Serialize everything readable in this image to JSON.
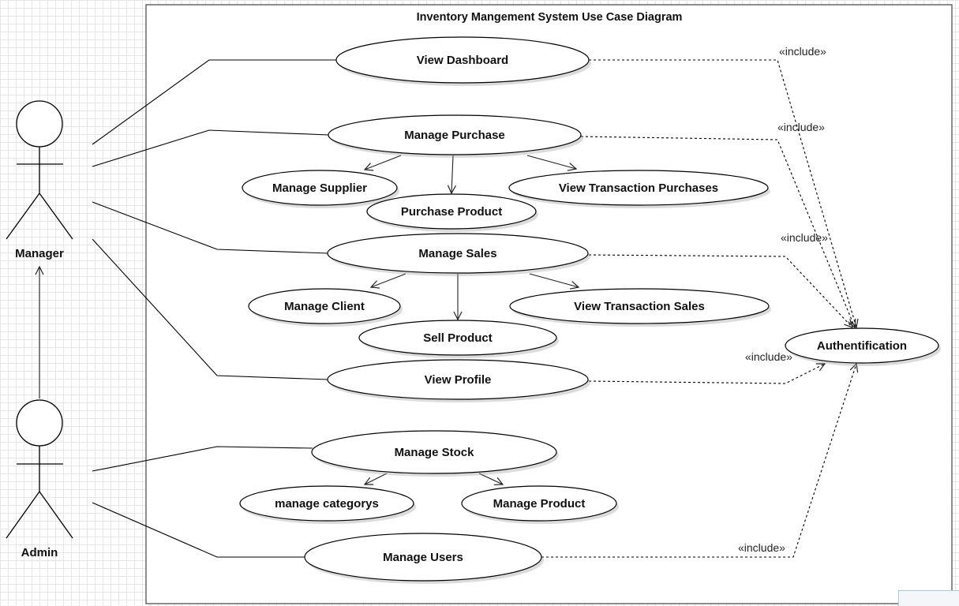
{
  "title": "Inventory Mangement System Use Case Diagram",
  "actors": {
    "manager": "Manager",
    "admin": "Admin"
  },
  "use_cases": {
    "view_dashboard": "View Dashboard",
    "manage_purchase": "Manage Purchase",
    "manage_supplier": "Manage Supplier",
    "purchase_product": "Purchase Product",
    "view_transaction_purchases": "View Transaction Purchases",
    "manage_sales": "Manage Sales",
    "manage_client": "Manage Client",
    "sell_product": "Sell Product",
    "view_transaction_sales": "View Transaction Sales",
    "view_profile": "View Profile",
    "authentification": "Authentification",
    "manage_stock": "Manage Stock",
    "manage_categorys": "manage categorys",
    "manage_product": "Manage Product",
    "manage_users": "Manage Users"
  },
  "include_label": "«include»",
  "colors": {
    "line": "#000000",
    "grid": "#e6e6e6",
    "ellipse_fill": "#ffffff"
  }
}
